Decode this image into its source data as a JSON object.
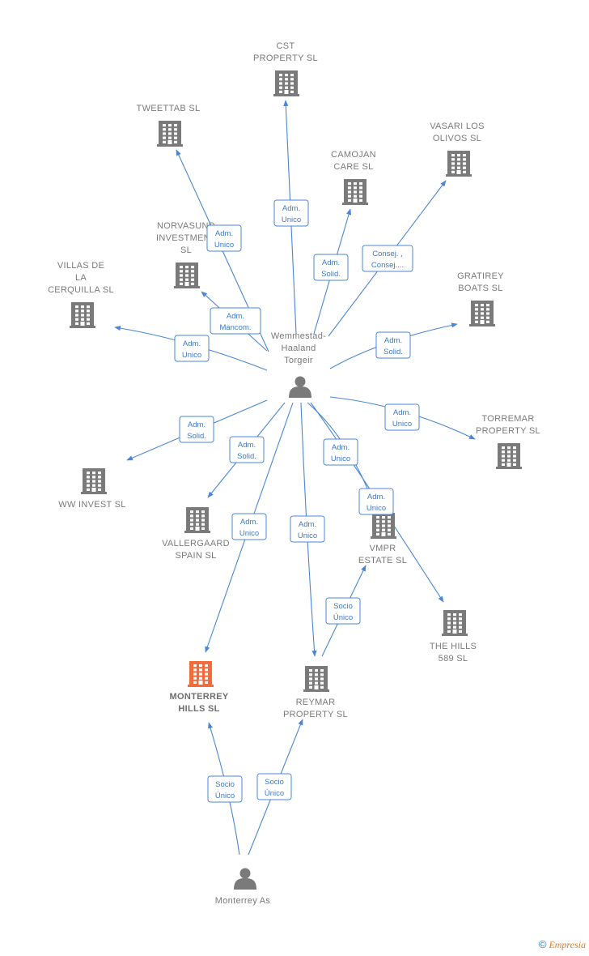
{
  "colors": {
    "edge": "#4a86d4",
    "company": "#7a7a7a",
    "focus_company": "#f26b3a",
    "person": "#7a7a7a"
  },
  "nodes": [
    {
      "id": "cst",
      "type": "company",
      "label": [
        "CST",
        "PROPERTY  SL"
      ]
    },
    {
      "id": "tweettab",
      "type": "company",
      "label": [
        "TWEETTAB  SL"
      ]
    },
    {
      "id": "vasari",
      "type": "company",
      "label": [
        "VASARI LOS",
        "OLIVOS  SL"
      ]
    },
    {
      "id": "camojan",
      "type": "company",
      "label": [
        "CAMOJAN",
        "CARE  SL"
      ]
    },
    {
      "id": "norvasund",
      "type": "company",
      "label": [
        "NORVASUND",
        "INVESTMENT",
        "SL"
      ]
    },
    {
      "id": "villas",
      "type": "company",
      "label": [
        "VILLAS DE",
        "LA",
        "CERQUILLA  SL"
      ]
    },
    {
      "id": "gratirey",
      "type": "company",
      "label": [
        "GRATIREY",
        "BOATS  SL"
      ]
    },
    {
      "id": "wemmestad",
      "type": "person",
      "label": [
        "Wemmestad-",
        "Haaland",
        "Torgeir"
      ]
    },
    {
      "id": "torremar",
      "type": "company",
      "label": [
        "TORREMAR",
        "PROPERTY  SL"
      ]
    },
    {
      "id": "wwinvest",
      "type": "company",
      "label": [
        "WW INVEST  SL"
      ]
    },
    {
      "id": "vallergaard",
      "type": "company",
      "label": [
        "VALLERGAARD",
        "SPAIN  SL"
      ]
    },
    {
      "id": "vmpr",
      "type": "company",
      "label": [
        "VMPR",
        "ESTATE  SL"
      ]
    },
    {
      "id": "thehills",
      "type": "company",
      "label": [
        "THE HILLS",
        "589  SL"
      ]
    },
    {
      "id": "monterrey",
      "type": "company_focus",
      "label": [
        "MONTERREY",
        "HILLS  SL"
      ]
    },
    {
      "id": "reymar",
      "type": "company",
      "label": [
        "REYMAR",
        "PROPERTY  SL"
      ]
    },
    {
      "id": "monterreyas",
      "type": "person",
      "label": [
        "Monterrey As"
      ]
    }
  ],
  "edges": [
    {
      "from": "wemmestad",
      "to": "cst",
      "label": [
        "Adm.",
        "Unico"
      ]
    },
    {
      "from": "wemmestad",
      "to": "tweettab",
      "label": [
        "Adm.",
        "Unico"
      ]
    },
    {
      "from": "wemmestad",
      "to": "camojan",
      "label": [
        "Adm.",
        "Solid."
      ]
    },
    {
      "from": "wemmestad",
      "to": "vasari",
      "label": [
        "Consej. ,",
        "Consej...."
      ]
    },
    {
      "from": "wemmestad",
      "to": "norvasund",
      "label": [
        "Adm.",
        "Mancom."
      ]
    },
    {
      "from": "wemmestad",
      "to": "villas",
      "label": [
        "Adm.",
        "Unico"
      ]
    },
    {
      "from": "wemmestad",
      "to": "gratirey",
      "label": [
        "Adm.",
        "Solid."
      ]
    },
    {
      "from": "wemmestad",
      "to": "torremar",
      "label": [
        "Adm.",
        "Unico"
      ]
    },
    {
      "from": "wemmestad",
      "to": "wwinvest",
      "label": [
        "Adm.",
        "Solid."
      ]
    },
    {
      "from": "wemmestad",
      "to": "vallergaard",
      "label": [
        "Adm.",
        "Solid."
      ]
    },
    {
      "from": "wemmestad",
      "to": "vmpr",
      "label": [
        "Adm.",
        "Unico"
      ]
    },
    {
      "from": "wemmestad",
      "to": "thehills",
      "label": [
        "Adm.",
        "Unico"
      ]
    },
    {
      "from": "wemmestad",
      "to": "monterrey",
      "label": [
        "Adm.",
        "Unico"
      ]
    },
    {
      "from": "wemmestad",
      "to": "reymar",
      "label": [
        "Adm.",
        "Unico"
      ]
    },
    {
      "from": "reymar",
      "to": "vmpr",
      "label": [
        "Socio",
        "Único"
      ]
    },
    {
      "from": "monterreyas",
      "to": "monterrey",
      "label": [
        "Socio",
        "Único"
      ]
    },
    {
      "from": "monterreyas",
      "to": "reymar",
      "label": [
        "Socio",
        "Único"
      ]
    }
  ],
  "watermark": {
    "symbol": "©",
    "brand": "Empresia"
  }
}
